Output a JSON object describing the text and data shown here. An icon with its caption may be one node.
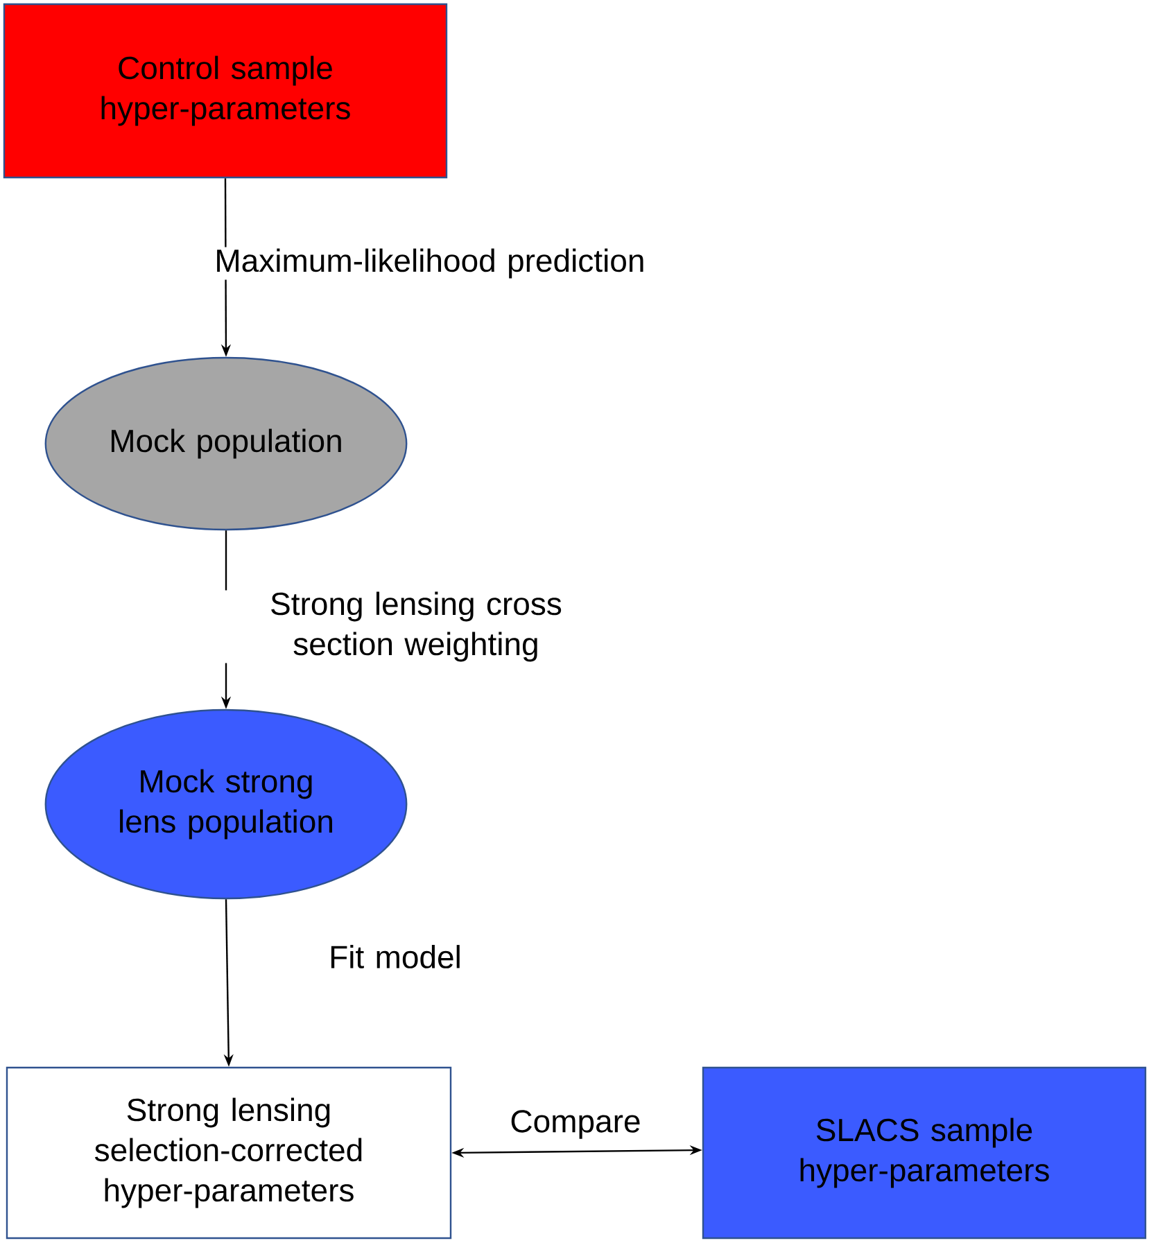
{
  "diagram": {
    "nodes": [
      {
        "text": [
          "Control sample hyper-parameters"
        ]
      },
      {
        "text": [
          "Mock population"
        ]
      },
      {
        "text": [
          "Mock strong lens population"
        ]
      },
      {
        "text": [
          "Strong lensing selection-corrected hyper-parameters"
        ]
      },
      {
        "text": [
          "SLACS sample hyper-parameters"
        ]
      }
    ],
    "edges": [
      {
        "from": 0,
        "to": 1,
        "arrow": "to",
        "label": "Maximum-likelihood prediction"
      },
      {
        "from": 1,
        "to": 2,
        "arrow": "to",
        "label": "Strong lensing cross section weighting"
      },
      {
        "from": 2,
        "to": 3,
        "arrow": "to",
        "label": "Fit model"
      },
      {
        "from": 3,
        "to": 4,
        "arrow": "both",
        "label": "Compare"
      }
    ]
  }
}
